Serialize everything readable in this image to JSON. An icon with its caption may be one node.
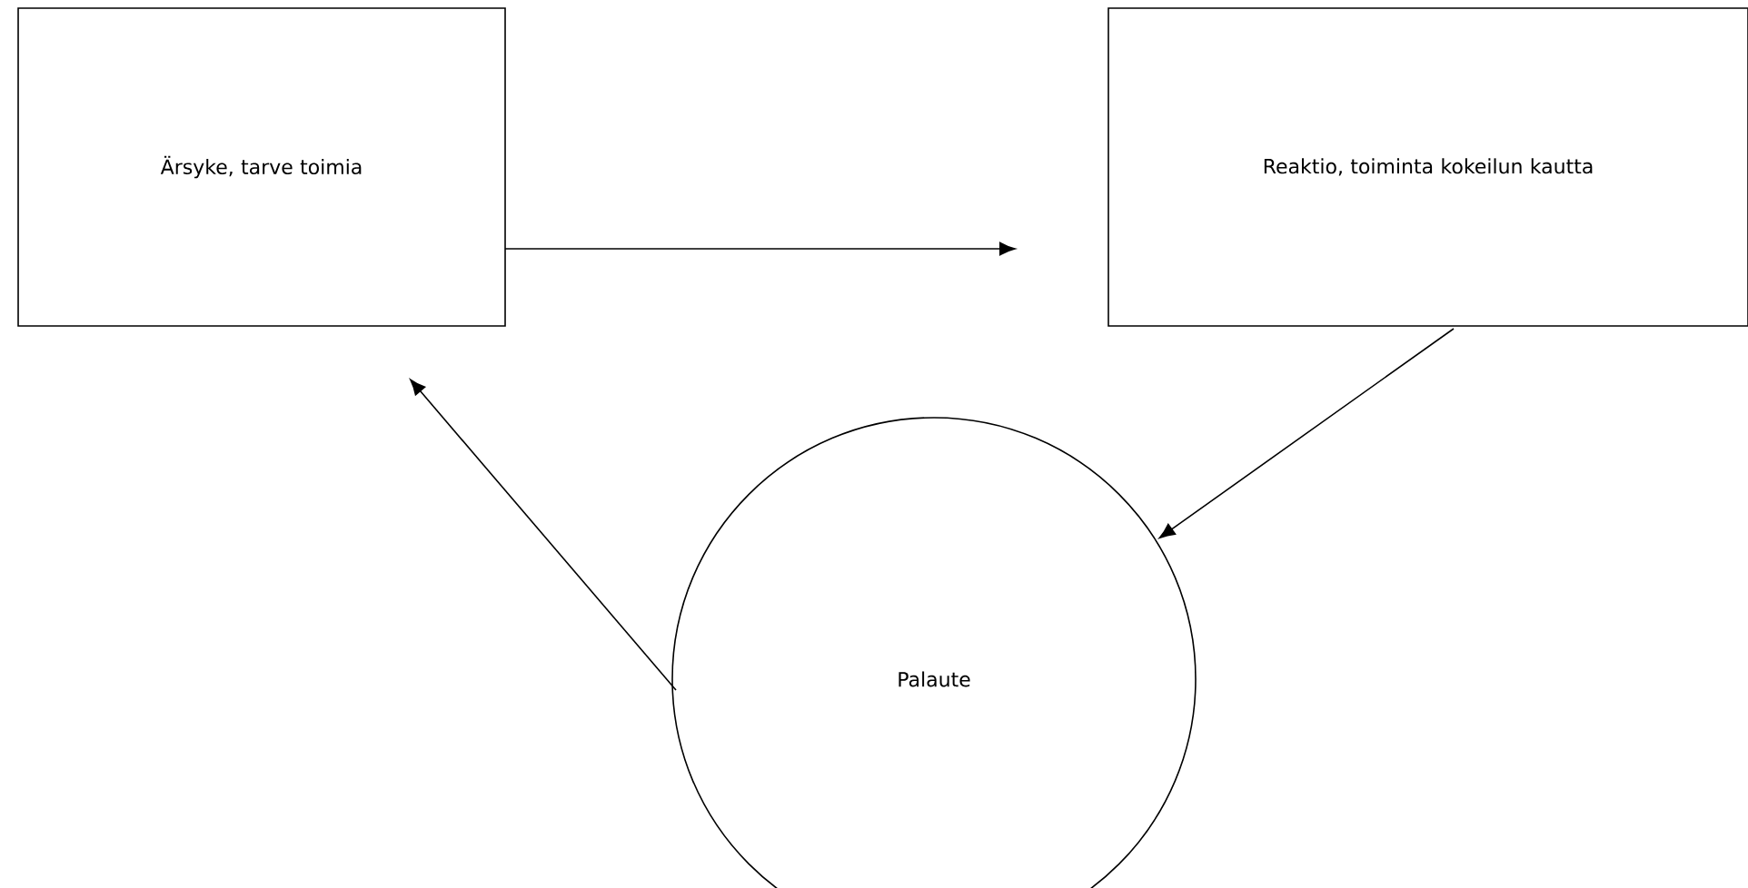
{
  "diagram": {
    "nodes": [
      {
        "text": [
          "Ärsyke, tarve toimia"
        ]
      },
      {
        "text": [
          "Reaktio, toiminta kokeilun kautta"
        ]
      },
      {
        "text": [
          "Palaute"
        ]
      }
    ],
    "edges": [
      {
        "from": 0,
        "to": 1,
        "arrow": "to"
      },
      {
        "from": 1,
        "to": 2,
        "arrow": "to"
      },
      {
        "from": 2,
        "to": 0,
        "arrow": "to"
      }
    ]
  }
}
